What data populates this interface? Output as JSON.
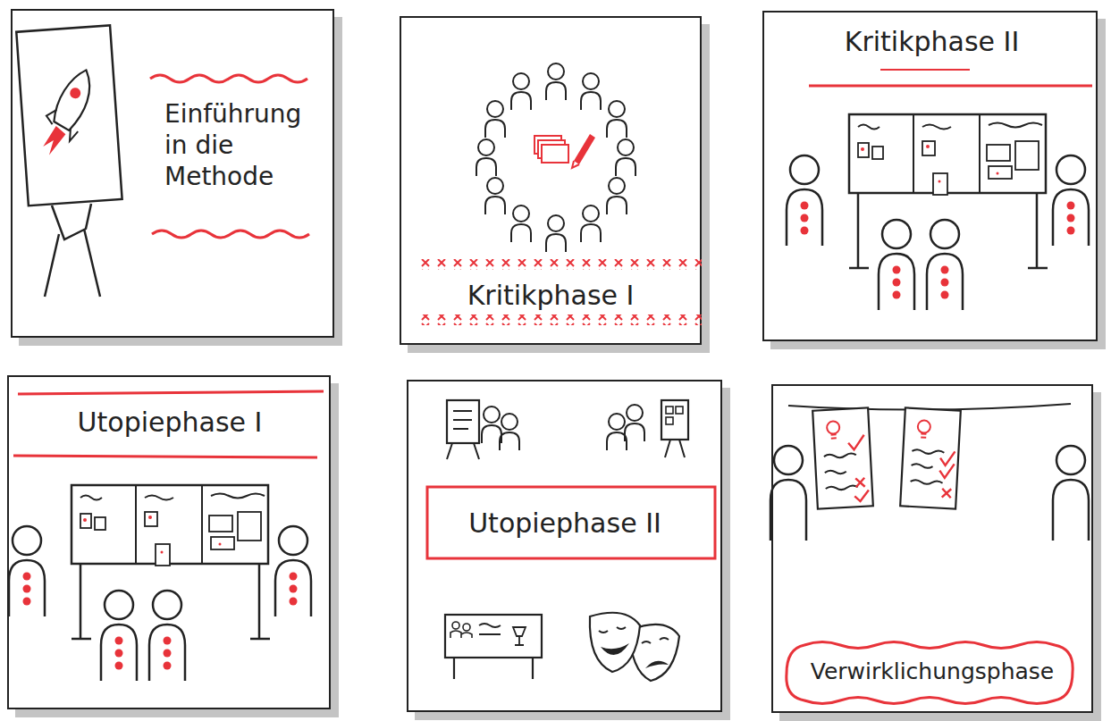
{
  "diagram": {
    "nodes": [
      {
        "text": [
          "Einführung in die Methode"
        ]
      },
      {
        "text": [
          "Kritikphase I"
        ]
      },
      {
        "text": [
          "Kritikphase II"
        ]
      },
      {
        "text": [
          "Utopiephase I"
        ]
      },
      {
        "text": [
          "Utopiephase II"
        ]
      },
      {
        "text": [
          "Verwirklichungsphase"
        ]
      }
    ]
  }
}
